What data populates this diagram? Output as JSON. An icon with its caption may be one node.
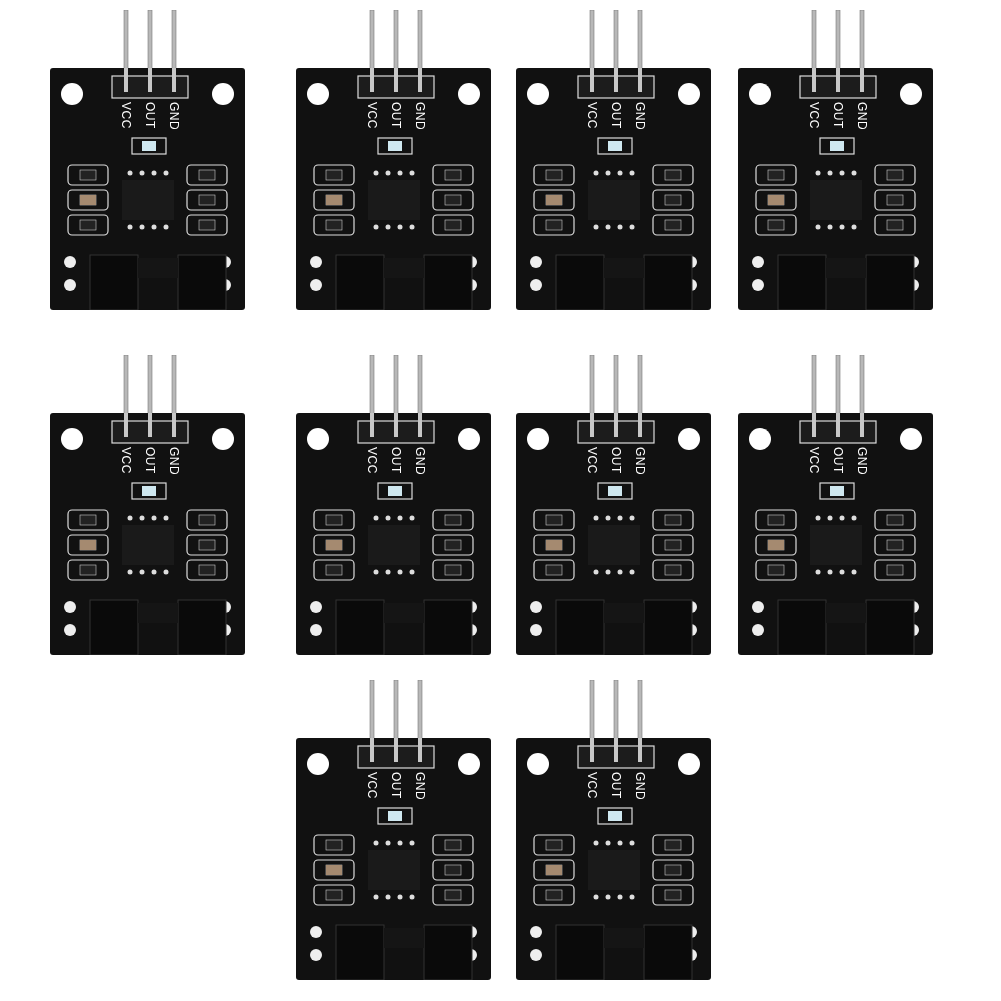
{
  "diagram": {
    "labels": [
      "VCC",
      "OUT",
      "GND",
      "VCC",
      "OUT",
      "GND",
      "VCC",
      "OUT",
      "GND",
      "VCC",
      "OUT",
      "GND",
      "VCC",
      "OUT",
      "GND",
      "VCC",
      "OUT",
      "GND",
      "VCC",
      "OUT",
      "GND",
      "VCC",
      "OUT",
      "GND",
      "VCC",
      "OUT",
      "GND",
      "VCC",
      "OUT",
      "GND"
    ]
  }
}
